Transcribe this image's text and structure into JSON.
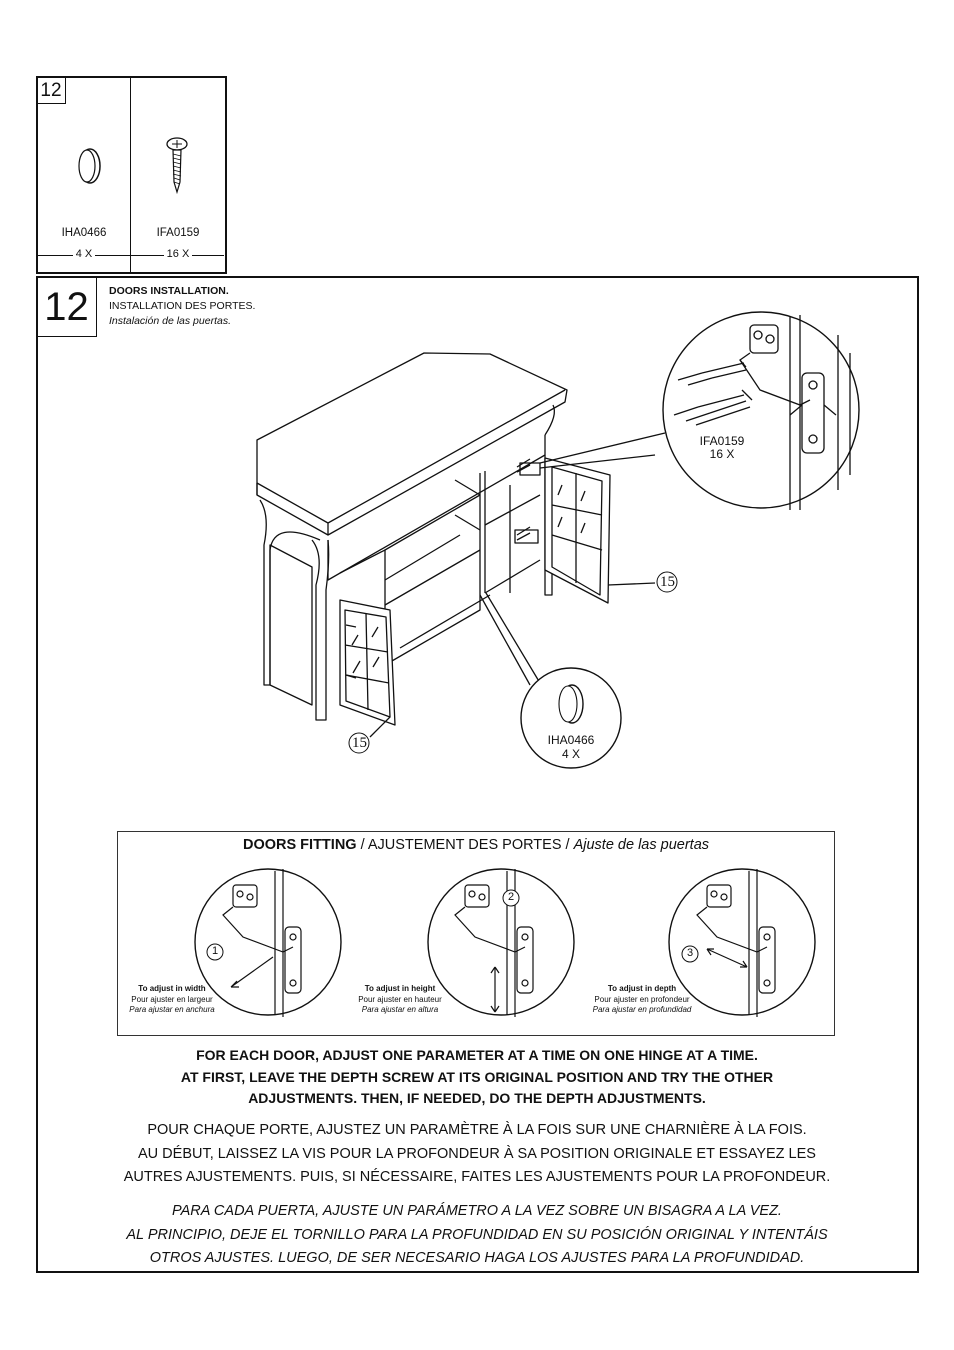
{
  "parts_panel": {
    "step": "12",
    "parts": [
      {
        "code": "IHA0466",
        "qty": "4 X",
        "icon": "round-cap-icon"
      },
      {
        "code": "IFA0159",
        "qty": "16 X",
        "icon": "screw-icon"
      }
    ]
  },
  "step_panel": {
    "step": "12",
    "title_en": "DOORS INSTALLATION.",
    "title_fr": "INSTALLATION DES PORTES.",
    "title_es": "Instalación de las puertas.",
    "detail_screw": {
      "code": "IFA0159",
      "qty": "16 X"
    },
    "detail_cap": {
      "code": "IHA0466",
      "qty": "4 X"
    },
    "door_callout_right": "15",
    "door_callout_left": "15"
  },
  "fitting": {
    "title_bold": "DOORS FITTING",
    "title_fr": " / AJUSTEMENT DES PORTES / ",
    "title_es": "Ajuste de las puertas",
    "adjustments": [
      {
        "num": "1",
        "en": "To adjust in width",
        "fr": "Pour ajuster en largeur",
        "es": "Para ajustar en anchura"
      },
      {
        "num": "2",
        "en": "To adjust in height",
        "fr": "Pour ajuster en hauteur",
        "es": "Para ajustar en altura"
      },
      {
        "num": "3",
        "en": "To adjust in depth",
        "fr": "Pour ajuster en profondeur",
        "es": "Para ajustar en profundidad"
      }
    ]
  },
  "instructions": {
    "en": [
      "FOR EACH DOOR, ADJUST ONE PARAMETER AT A TIME ON ONE HINGE AT A TIME.",
      "AT FIRST, LEAVE THE DEPTH SCREW AT ITS ORIGINAL POSITION AND TRY THE OTHER",
      "ADJUSTMENTS. THEN, IF NEEDED, DO THE DEPTH ADJUSTMENTS."
    ],
    "fr": [
      "POUR CHAQUE PORTE, AJUSTEZ UN PARAMÈTRE À LA FOIS SUR UNE CHARNIÈRE À LA FOIS.",
      "AU DÉBUT, LAISSEZ LA VIS POUR LA PROFONDEUR À SA POSITION ORIGINALE ET ESSAYEZ LES",
      "AUTRES AJUSTEMENTS. PUIS, SI NÉCESSAIRE, FAITES LES AJUSTEMENTS POUR LA PROFONDEUR."
    ],
    "es": [
      "PARA CADA PUERTA, AJUSTE UN PARÁMETRO A LA VEZ SOBRE UN BISAGRA A LA VEZ.",
      "AL PRINCIPIO, DEJE EL TORNILLO PARA LA PROFUNDIDAD EN SU POSICIÓN ORIGINAL Y INTENTÁIS",
      "OTROS AJUSTES. LUEGO, DE SER NECESARIO HAGA LOS AJUSTES PARA LA PROFUNDIDAD."
    ]
  }
}
